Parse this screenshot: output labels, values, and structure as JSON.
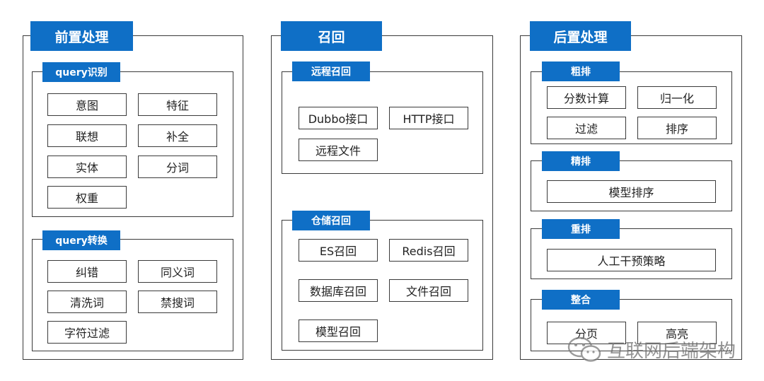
{
  "sections": {
    "preprocess": {
      "title": "前置处理",
      "groups": {
        "recognition": {
          "title": "query识别",
          "items": [
            "意图",
            "特征",
            "联想",
            "补全",
            "实体",
            "分词",
            "权重"
          ]
        },
        "transform": {
          "title": "query转换",
          "items": [
            "纠错",
            "同义词",
            "清洗词",
            "禁搜词",
            "字符过滤"
          ]
        }
      }
    },
    "recall": {
      "title": "召回",
      "groups": {
        "remote": {
          "title": "远程召回",
          "items": [
            "Dubbo接口",
            "HTTP接口",
            "远程文件"
          ]
        },
        "storage": {
          "title": "仓储召回",
          "items": [
            "ES召回",
            "Redis召回",
            "数据库召回",
            "文件召回",
            "模型召回"
          ]
        }
      }
    },
    "postprocess": {
      "title": "后置处理",
      "groups": {
        "coarse": {
          "title": "粗排",
          "items": [
            "分数计算",
            "归一化",
            "过滤",
            "排序"
          ]
        },
        "fine": {
          "title": "精排",
          "items": [
            "模型排序"
          ]
        },
        "rerank": {
          "title": "重排",
          "items": [
            "人工干预策略"
          ]
        },
        "merge": {
          "title": "整合",
          "items": [
            "分页",
            "高亮"
          ]
        }
      }
    }
  },
  "watermark": {
    "text": "互联网后端架构",
    "icon": "wechat-icon"
  },
  "colors": {
    "header": "#0f6fc6",
    "border": "#3a3a3a"
  }
}
